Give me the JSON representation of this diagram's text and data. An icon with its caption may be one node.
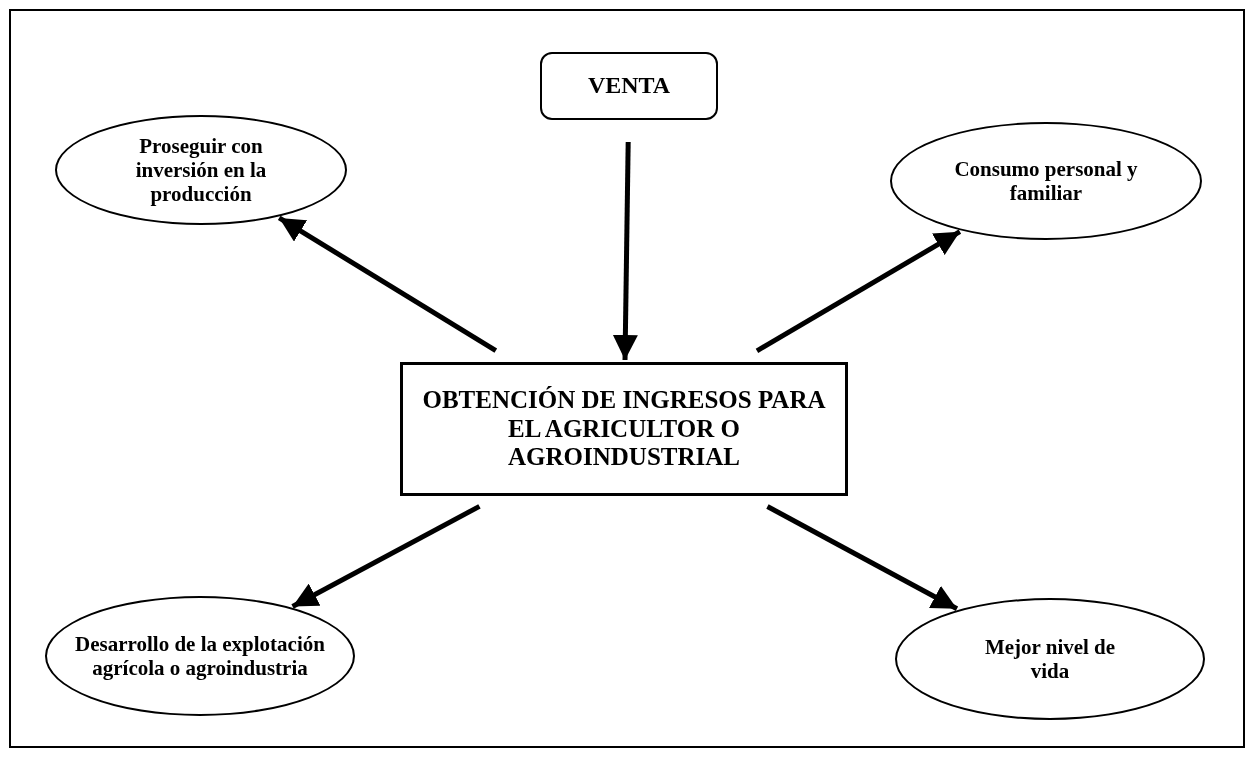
{
  "diagram": {
    "nodes": [
      {
        "text": [
          "VENTA"
        ]
      },
      {
        "text": [
          "Proseguir con inversión en la producción"
        ]
      },
      {
        "text": [
          "Consumo personal y familiar"
        ]
      },
      {
        "text": [
          "OBTENCIÓN DE INGRESOS PARA EL AGRICULTOR O AGROINDUSTRIAL"
        ]
      },
      {
        "text": [
          "Desarrollo de la explotación agrícola o agroindustria"
        ]
      },
      {
        "text": [
          "Mejor nivel de vida"
        ]
      }
    ],
    "edges": [
      {
        "from": 0,
        "to": 3,
        "arrow": "to"
      },
      {
        "from": 3,
        "to": 1,
        "arrow": "to"
      },
      {
        "from": 3,
        "to": 2,
        "arrow": "to"
      },
      {
        "from": 3,
        "to": 4,
        "arrow": "to"
      },
      {
        "from": 3,
        "to": 5,
        "arrow": "to"
      }
    ]
  }
}
